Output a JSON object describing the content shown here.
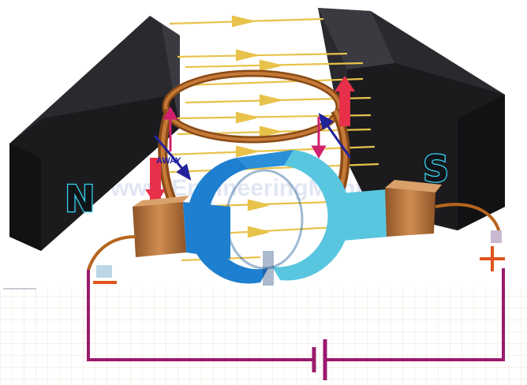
{
  "labels": {
    "north_pole": "N",
    "south_pole": "S",
    "current_direction": "AWAY",
    "terminal_negative": "−",
    "terminal_positive": "+",
    "watermark": "www.EngineeringMentor.org"
  },
  "colors": {
    "magnet_body": "#1b1b1e",
    "pole_letter_outline": "#35d6f5",
    "field_lines": "#e8c24a",
    "coil_copper": "#b5651d",
    "commutator_dark": "#1e7fd0",
    "commutator_light": "#59c6e0",
    "brush": "#b8753a",
    "circuit_wire": "#9b1a6e",
    "terminal_negative": "#e0541e",
    "terminal_positive": "#e0541e",
    "force_arrow": "#e8304a",
    "current_arrow": "#22229a",
    "grid_line": "#efe3d6"
  }
}
